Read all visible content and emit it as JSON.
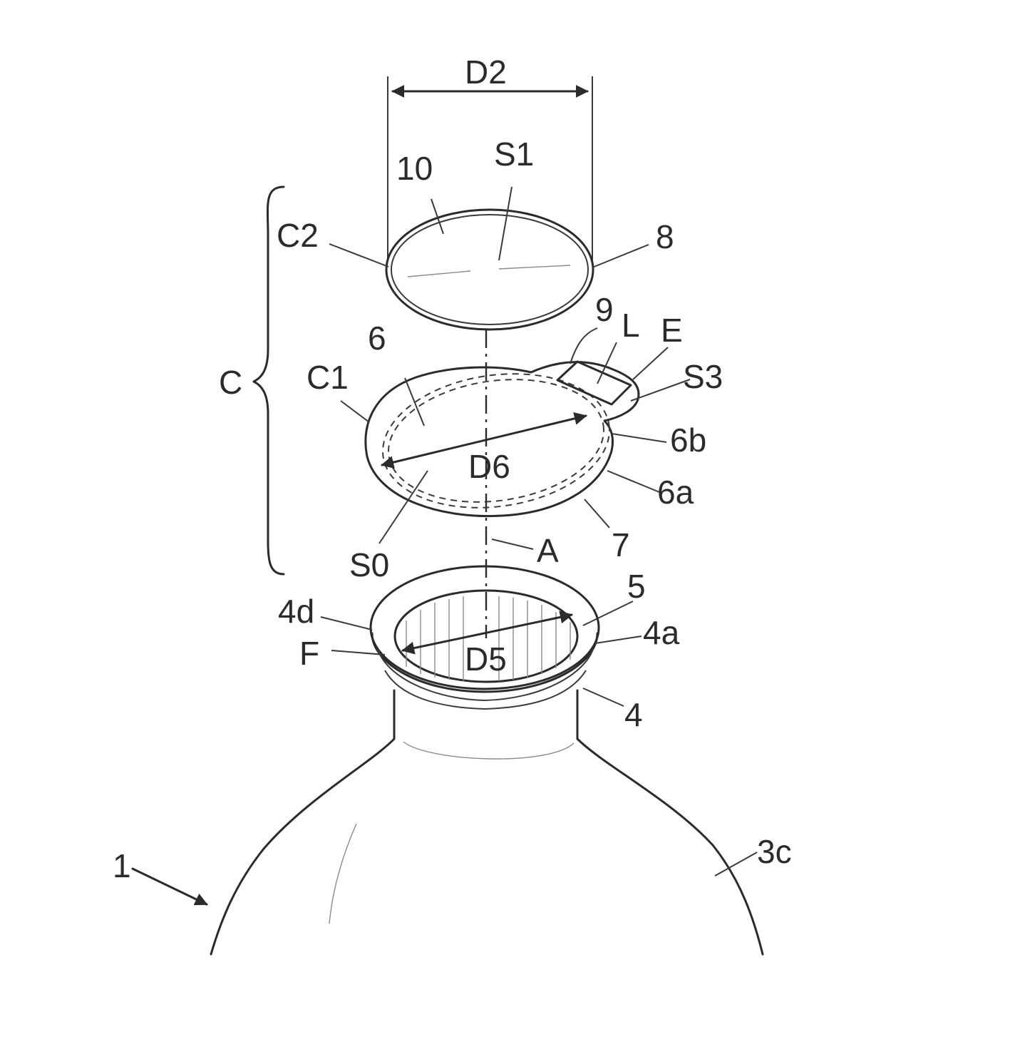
{
  "labels": {
    "d2": "D2",
    "ten": "10",
    "s1": "S1",
    "c2": "C2",
    "eight": "8",
    "nine": "9",
    "l": "L",
    "e": "E",
    "s3": "S3",
    "six": "6",
    "c1": "C1",
    "c": "C",
    "d6": "D6",
    "six_b": "6b",
    "six_a": "6a",
    "seven": "7",
    "s0": "S0",
    "a": "A",
    "five": "5",
    "four_d": "4d",
    "four_a": "4a",
    "f": "F",
    "d5": "D5",
    "four": "4",
    "three_c": "3c",
    "one": "1"
  },
  "colors": {
    "ink": "#2b2b2b",
    "background": "#ffffff"
  }
}
